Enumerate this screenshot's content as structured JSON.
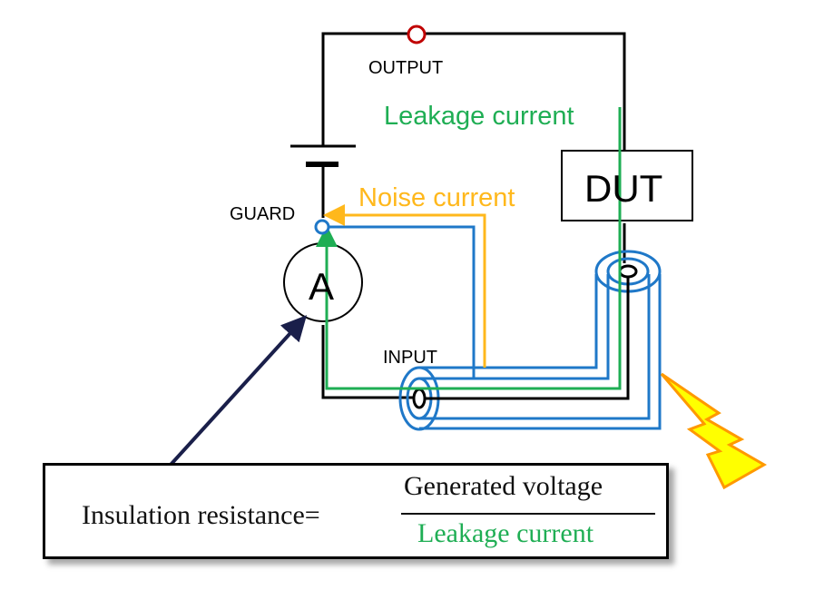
{
  "diagram": {
    "labels": {
      "output": "OUTPUT",
      "guard": "GUARD",
      "input": "INPUT",
      "dut": "DUT",
      "ammeter": "A",
      "leakage_current": "Leakage current",
      "noise_current": "Noise current"
    },
    "formula": {
      "lhs": "Insulation resistance",
      "equals": "=",
      "numerator": "Generated voltage",
      "denominator": "Leakage current"
    },
    "colors": {
      "circuit": "#000000",
      "output_terminal": "#c00000",
      "guard_shield": "#1f78c8",
      "leakage": "#1fae54",
      "noise": "#ffb81c",
      "lightning_fill": "#ffff00",
      "lightning_stroke": "#ff9900",
      "pointer_arrow": "#1a1f4a"
    }
  }
}
